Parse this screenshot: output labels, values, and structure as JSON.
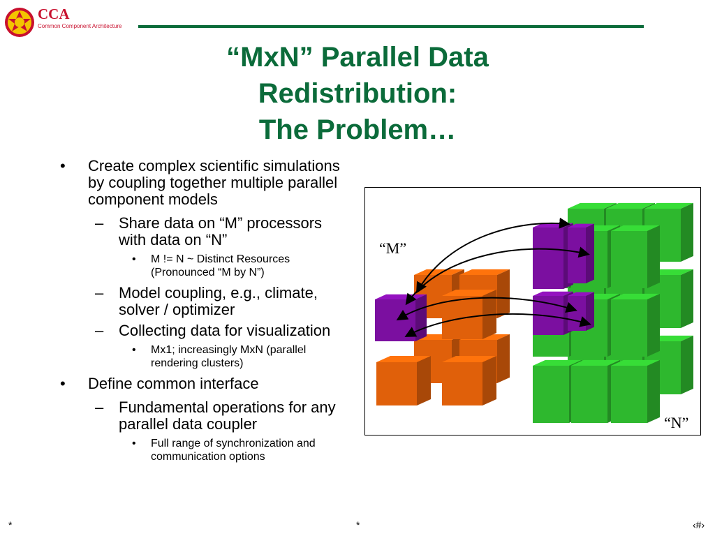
{
  "header": {
    "logo_text": "CCA",
    "logo_subtitle": "Common Component Architecture"
  },
  "title": {
    "line1": "“MxN” Parallel Data",
    "line2": "Redistribution:",
    "line3": "The Problem…"
  },
  "bullets": [
    {
      "text": "Create complex scientific simulations by coupling together multiple parallel component models"
    },
    {
      "text": "Share data on “M” processors with data on “N”"
    },
    {
      "text": "M != N ~ Distinct Resources (Pronounced “M by N”)"
    },
    {
      "text": "Model coupling, e.g., climate, solver / optimizer"
    },
    {
      "text": "Collecting data for visualization"
    },
    {
      "text": "Mx1; increasingly MxN (parallel rendering clusters)"
    },
    {
      "text": "Define common interface"
    },
    {
      "text": "Fundamental operations for any parallel data coupler"
    },
    {
      "text": "Full range of synchronization and communication options"
    }
  ],
  "bullet_glyphs": {
    "level1": "•",
    "level2": "–",
    "level3": "•"
  },
  "figure": {
    "label_m": "“M”",
    "label_n": "“N”"
  },
  "colors": {
    "title_green": "#0b6b3a",
    "logo_red": "#c8102e",
    "orange_block": "#e0600a",
    "purple_block": "#7b0fa0",
    "green_block": "#2eb82e"
  },
  "footer": {
    "left": "*",
    "center": "*",
    "right": "‹#›"
  }
}
